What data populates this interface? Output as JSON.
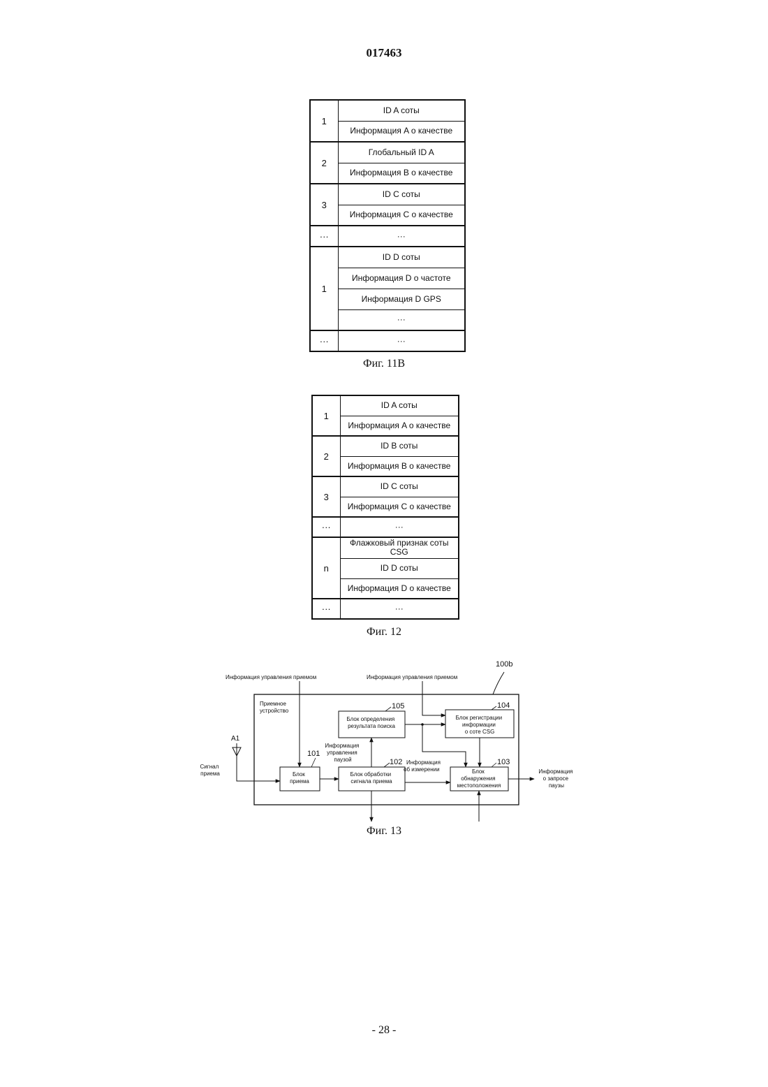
{
  "header": {
    "doc_number": "017463"
  },
  "fig11b": {
    "caption": "Фиг. 11B",
    "rows": [
      {
        "index": "1",
        "cells": [
          "ID A соты",
          "Информация A о качестве"
        ]
      },
      {
        "index": "2",
        "cells": [
          "Глобальный ID A",
          "Информация B о качестве"
        ]
      },
      {
        "index": "3",
        "cells": [
          "ID C соты",
          "Информация C о качестве"
        ]
      },
      {
        "index": "···",
        "cells": [
          "···"
        ]
      },
      {
        "index": "1",
        "cells": [
          "ID D соты",
          "Информация D о частоте",
          "Информация D GPS",
          "···"
        ]
      },
      {
        "index": "···",
        "cells": [
          "···"
        ]
      }
    ]
  },
  "fig12": {
    "caption": "Фиг. 12",
    "rows": [
      {
        "index": "1",
        "cells": [
          "ID A соты",
          "Информация A о качестве"
        ]
      },
      {
        "index": "2",
        "cells": [
          "ID B соты",
          "Информация B о качестве"
        ]
      },
      {
        "index": "3",
        "cells": [
          "ID C соты",
          "Информация C о качестве"
        ]
      },
      {
        "index": "···",
        "cells": [
          "···"
        ]
      },
      {
        "index": "n",
        "cells": [
          "Флажковый признак соты CSG",
          "ID D соты",
          "Информация D о качестве"
        ]
      },
      {
        "index": "···",
        "cells": [
          "···"
        ]
      }
    ]
  },
  "fig13": {
    "caption": "Фиг. 13",
    "device_ref": "100b",
    "device_label": [
      "Приемное",
      "устройство"
    ],
    "input_label_left": "Информация управления приемом",
    "input_label_right": "Информация управления приемом",
    "antenna": "A1",
    "signal_in": [
      "Сигнал",
      "приема"
    ],
    "pause_control": [
      "Информация",
      "управления",
      "паузой"
    ],
    "measurement": [
      "Информация",
      "об измерении"
    ],
    "output": [
      "Информация",
      "о запросе",
      "паузы"
    ],
    "blocks": {
      "b101": {
        "ref": "101",
        "lines": [
          "Блок",
          "приема"
        ]
      },
      "b102": {
        "ref": "102",
        "lines": [
          "Блок обработки",
          "сигнала приема"
        ]
      },
      "b103": {
        "ref": "103",
        "lines": [
          "Блок",
          "обнаружения",
          "местоположения"
        ]
      },
      "b104": {
        "ref": "104",
        "lines": [
          "Блок регистрации",
          "информации",
          "о соте CSG"
        ]
      },
      "b105": {
        "ref": "105",
        "lines": [
          "Блок определения",
          "результата поиска"
        ]
      }
    }
  },
  "footer": {
    "page_number": "- 28 -"
  }
}
